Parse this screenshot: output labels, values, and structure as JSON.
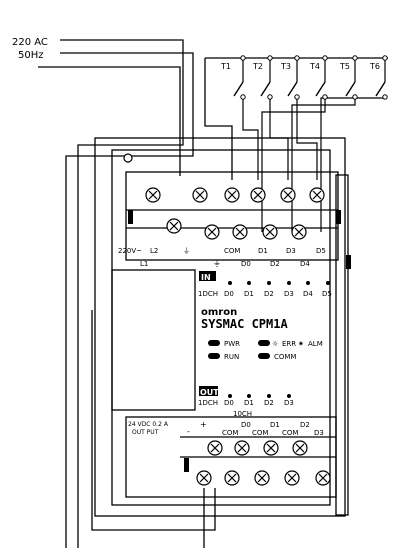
{
  "supply": {
    "voltage": "220 AC",
    "frequency": "50Hz"
  },
  "switches": [
    "T1",
    "T2",
    "T3",
    "T4",
    "T5",
    "T6"
  ],
  "brand": "omron",
  "model": "SYSMAC CPM1A",
  "input_block": {
    "header": "IN",
    "channel": "1DCH",
    "terminals_bottom": [
      "220V~",
      "L2",
      "⏚",
      "COM",
      "D1",
      "D3",
      "D5"
    ],
    "terminals_top": [
      "L1",
      "⏚",
      "D0",
      "D2",
      "D4"
    ],
    "indicators": [
      "D0",
      "D1",
      "D2",
      "D3",
      "D4",
      "D5"
    ]
  },
  "status": {
    "pwr": "PWR",
    "run": "RUN",
    "err": "ERR",
    "alm": "ALM",
    "comm": "COMM"
  },
  "output_block": {
    "header": "OUT",
    "channel": "1DCH",
    "indicators": [
      "D0",
      "D1",
      "D2",
      "D3"
    ],
    "supply_label_1": "24 VDC  0.2 A",
    "supply_label_2": "OUT PUT",
    "bus_label": "10CH",
    "terminals_top": [
      "+",
      "D0",
      "D1",
      "D2"
    ],
    "terminals_bottom": [
      "-",
      "COM",
      "COM",
      "COM",
      "D3"
    ]
  }
}
